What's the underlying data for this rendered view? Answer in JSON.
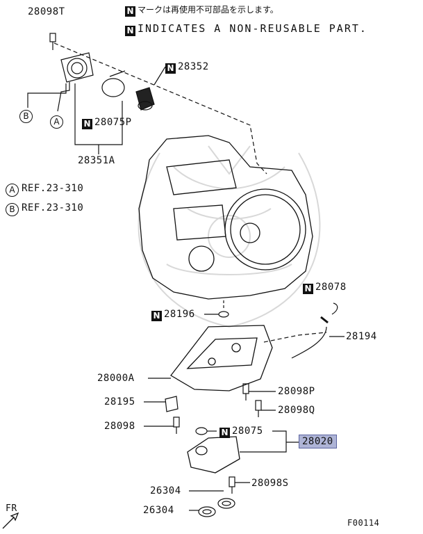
{
  "header": {
    "note_jp": "マークは再使用不可部品を示します。",
    "note_en": "INDICATES A NON-REUSABLE PART.",
    "n_mark": "N"
  },
  "refs": [
    {
      "letter": "A",
      "text": "REF.23-310"
    },
    {
      "letter": "B",
      "text": "REF.23-310"
    }
  ],
  "parts": {
    "p28098T": "28098T",
    "p28352": "28352",
    "p28075P": "28075P",
    "p28351A": "28351A",
    "p28078": "28078",
    "p28196": "28196",
    "p28194": "28194",
    "p28000A": "28000A",
    "p28098P": "28098P",
    "p28195": "28195",
    "p28098Q": "28098Q",
    "p28098": "28098",
    "p28075": "28075",
    "p28020": "28020",
    "p26304a": "26304",
    "p28098S": "28098S",
    "p26304b": "26304"
  },
  "callouts": {
    "A": "A",
    "B": "B"
  },
  "footer": {
    "fr": "FR",
    "figure_id": "F00114"
  },
  "colors": {
    "highlight": "#aeb4d6",
    "line": "#111111"
  }
}
